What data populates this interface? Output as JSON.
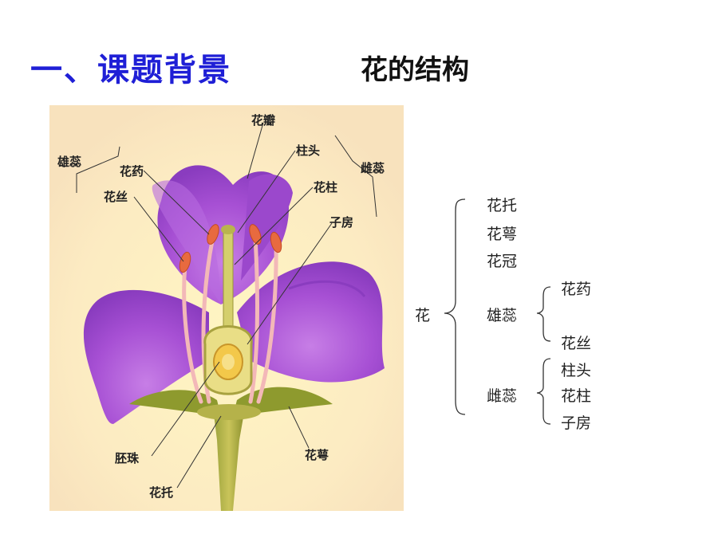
{
  "title": "一、课题背景",
  "subtitle": "花的结构",
  "diagram_labels": {
    "petal": "花瓣",
    "stamen": "雄蕊",
    "anther": "花药",
    "filament": "花丝",
    "stigma": "柱头",
    "pistil": "雌蕊",
    "style": "花柱",
    "ovary": "子房",
    "ovule": "胚珠",
    "receptacle": "花托",
    "sepal": "花萼"
  },
  "tree": {
    "root": "花",
    "receptacle": "花托",
    "sepal": "花萼",
    "corolla": "花冠",
    "stamen": "雄蕊",
    "stamen_children": [
      "花药",
      "花丝"
    ],
    "pistil": "雌蕊",
    "pistil_children": [
      "柱头",
      "花柱",
      "子房"
    ]
  }
}
